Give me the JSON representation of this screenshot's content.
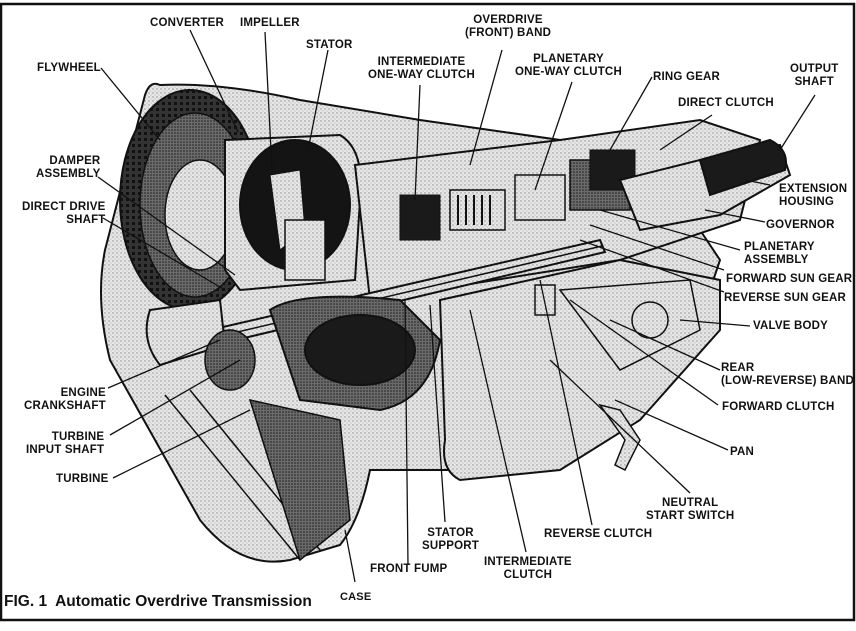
{
  "figure": {
    "caption": "FIG. 1  Automatic Overdrive Transmission",
    "subject": "automatic overdrive transmission cutaway"
  },
  "labels": {
    "converter": "CONVERTER",
    "impeller": "IMPELLER",
    "stator": "STATOR",
    "flywheel": "FLYWHEEL",
    "intermediate_one_way_clutch": "INTERMEDIATE\nONE-WAY CLUTCH",
    "overdrive_front_band": "OVERDRIVE\n(FRONT) BAND",
    "planetary_one_way_clutch": "PLANETARY\nONE-WAY CLUTCH",
    "ring_gear": "RING GEAR",
    "direct_clutch": "DIRECT CLUTCH",
    "output_shaft": "OUTPUT\nSHAFT",
    "extension_housing": "EXTENSION\nHOUSING",
    "governor": "GOVERNOR",
    "planetary_assembly": "PLANETARY\nASSEMBLY",
    "forward_sun_gear": "FORWARD SUN GEAR",
    "reverse_sun_gear": "REVERSE SUN GEAR",
    "valve_body": "VALVE BODY",
    "rear_low_reverse_band": "REAR\n(LOW-REVERSE) BAND",
    "forward_clutch": "FORWARD CLUTCH",
    "pan": "PAN",
    "neutral_start_switch": "NEUTRAL\nSTART SWITCH",
    "reverse_clutch": "REVERSE CLUTCH",
    "intermediate_clutch": "INTERMEDIATE\nCLUTCH",
    "stator_support": "STATOR\nSUPPORT",
    "front_pump": "FRONT FUMP",
    "case": "CASE",
    "damper_assembly": "DAMPER\nASSEMBLY",
    "direct_drive_shaft": "DIRECT DRIVE\nSHAFT",
    "engine_crankshaft": "ENGINE\nCRANKSHAFT",
    "turbine_input_shaft": "TURBINE\nINPUT SHAFT",
    "turbine": "TURBINE"
  },
  "colors": {
    "ink": "#111111",
    "shade_light": "#d9d9d9",
    "shade_mid": "#9a9a9a",
    "shade_dark": "#2a2a2a",
    "paper": "#ffffff"
  }
}
